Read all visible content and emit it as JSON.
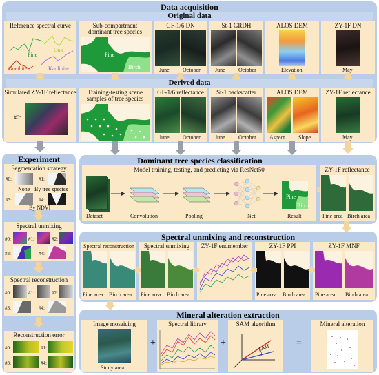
{
  "acquisition": {
    "title": "Data acquisition",
    "original_title": "Original data",
    "derived_title": "Derived data",
    "orig": {
      "ref_title": "Reference spectral curve",
      "ref_pine": "Pine",
      "ref_oak": "Oak",
      "ref_goethite": "Goethite",
      "ref_kaolinite": "Kaolinite",
      "sub_title1": "Sub-compartment",
      "sub_title2": "dominant tree species",
      "sub_pine": "Pine",
      "sub_birch": "Birch",
      "gf_title": "GF-1/6 DN",
      "st_title": "St-1 GRDH",
      "alos_title": "ALOS DEM",
      "alos_caption": "Elevation",
      "zy_title": "ZY-1F DN",
      "zy_caption": "May",
      "june": "June",
      "october": "October"
    },
    "deriv": {
      "sim_title": "Simulated ZY-1F reflectance",
      "sim_label": "#0:",
      "train_title1": "Training-testing scene",
      "train_title2": "samples of tree species",
      "gf_title": "GF-1/6 reflectance",
      "st_title": "St-1 backscatter",
      "alos_title": "ALOS DEM",
      "aspect": "Aspect",
      "slope": "Slope",
      "zy_title": "ZY-1F reflectance",
      "zy_caption": "May",
      "june": "June",
      "october": "October"
    }
  },
  "experiment": {
    "title": "Experiment",
    "seg_title": "Segmentation strategy",
    "seg_none": "None",
    "seg_tree": "By tree species",
    "seg_ndvi": "By NDVI",
    "unmix_title": "Spectral unmixing",
    "recon_title": "Spectral reconstruction",
    "error_title": "Reconstruction error",
    "labels": [
      "#0:",
      "#1:",
      "#2:",
      "#3:",
      "#4:"
    ]
  },
  "classification": {
    "title": "Dominant tree species classification",
    "subtitle": "Model training, testing, and predicting via ResNet50",
    "steps": [
      "Dataset",
      "Convolution",
      "Pooling",
      "Net",
      "Result"
    ],
    "result_pine": "Pine",
    "result_birch": "Birch",
    "zy_title": "ZY-1F reflectance",
    "pine_area": "Pine area",
    "birch_area": "Birch area"
  },
  "unmixing": {
    "title": "Spectral unmixing and reconstruction",
    "recon_title": "Spectral reconstruction",
    "unmix_title": "Spectral unmixing",
    "endmember_title": "ZY-1F endmember",
    "ppi_title": "ZY-1F PPI",
    "mnf_title": "ZY-1F MNF",
    "pine_area": "Pine area",
    "birch_area": "Birch area"
  },
  "mineral": {
    "title": "Mineral alteration extraction",
    "mosaic_title": "Image mosaicing",
    "mosaic_caption": "Study area",
    "library_title": "Spectral library",
    "sam_title": "SAM algorithm",
    "sam_label": "SAM",
    "result_title": "Mineral alteration",
    "plus": "+",
    "equals": "="
  },
  "colors": {
    "section_bg": "#b9cde8",
    "card_bg": "#fbe8c6",
    "arrow": "#f2d49c",
    "gray_arrow": "#9aa0a8",
    "pine_green": "#1f9a3a",
    "birch_green": "#8fe08a"
  }
}
